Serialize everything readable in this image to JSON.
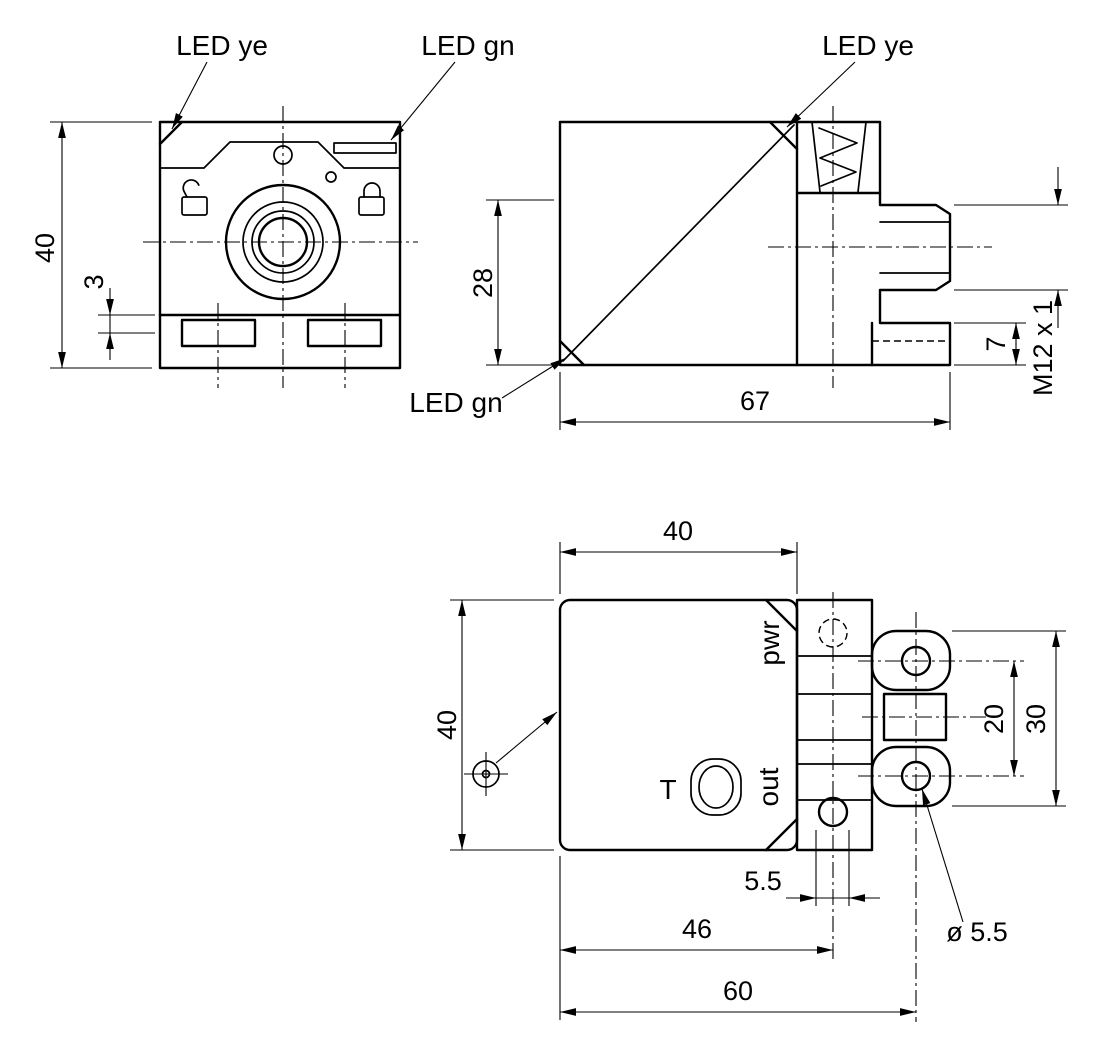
{
  "front_view": {
    "label_led_ye": "LED ye",
    "label_led_gn": "LED gn",
    "dim_height": "40",
    "dim_slot_depth": "3"
  },
  "side_view": {
    "label_led_ye": "LED ye",
    "label_led_gn": "LED gn",
    "dim_face_offset": "28",
    "dim_length": "67",
    "dim_foot_height": "7",
    "dim_connector_thread": "M12 x 1"
  },
  "top_view": {
    "label_pwr": "pwr",
    "label_out": "out",
    "label_teach_button": "T",
    "dim_body_width": "40",
    "dim_body_depth": "40",
    "dim_hole_spacing": "20",
    "dim_bracket_span": "30",
    "dim_slot_width": "5.5",
    "dim_screw_center": "46",
    "dim_hole_diameter": "ø 5.5",
    "dim_overall": "60"
  },
  "colors": {
    "line": "#000000",
    "background": "#ffffff"
  }
}
